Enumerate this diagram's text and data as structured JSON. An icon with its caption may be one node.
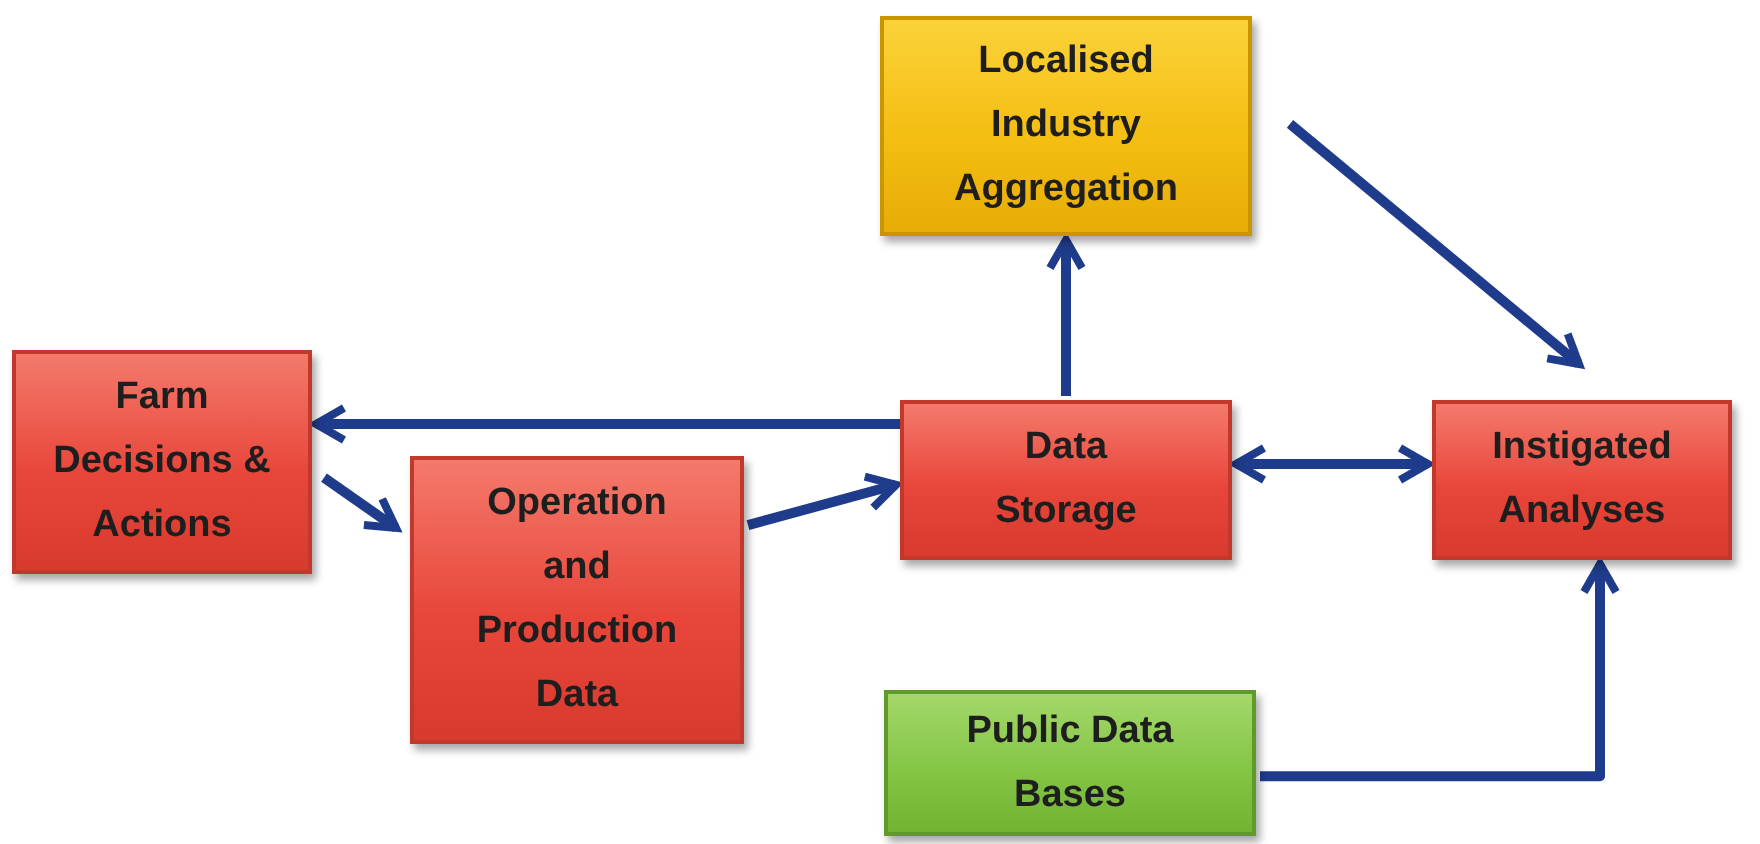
{
  "diagram": {
    "nodes": [
      {
        "text": [
          "Farm Decisions & Actions"
        ]
      },
      {
        "text": [
          "Operation and Production Data"
        ]
      },
      {
        "text": [
          "Localised Industry Aggregation"
        ]
      },
      {
        "text": [
          "Data Storage"
        ]
      },
      {
        "text": [
          "Instigated Analyses"
        ]
      },
      {
        "text": [
          "Public Data Bases"
        ]
      }
    ],
    "edges": [
      {
        "from": 3,
        "to": 0,
        "arrow": "to"
      },
      {
        "from": 0,
        "to": 1,
        "arrow": "to"
      },
      {
        "from": 1,
        "to": 3,
        "arrow": "to"
      },
      {
        "from": 3,
        "to": 2,
        "arrow": "to"
      },
      {
        "from": 2,
        "to": 4,
        "arrow": "to"
      },
      {
        "from": 3,
        "to": 4,
        "arrow": "both"
      },
      {
        "from": 5,
        "to": 4,
        "arrow": "to"
      }
    ]
  }
}
